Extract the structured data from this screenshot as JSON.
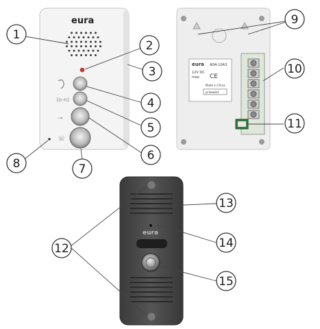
{
  "brand": "eura",
  "back_label": {
    "line1": "12V DC",
    "line2": "max",
    "model": "ADA-10A3",
    "made": "Made in China",
    "tag": "przewód"
  },
  "callouts": [
    "1",
    "2",
    "3",
    "4",
    "5",
    "6",
    "7",
    "8",
    "9",
    "10",
    "11",
    "12",
    "13",
    "14",
    "15"
  ],
  "colors": {
    "unit_white": "#f4f4f4",
    "door_grey": "#4a4a4a",
    "led_red": "#c0392b",
    "terminal_green": "#2f7d3a"
  },
  "icons": [
    "speaker-grille-icon",
    "ear-icon",
    "key-icon",
    "door-icon",
    "bell-icon"
  ]
}
